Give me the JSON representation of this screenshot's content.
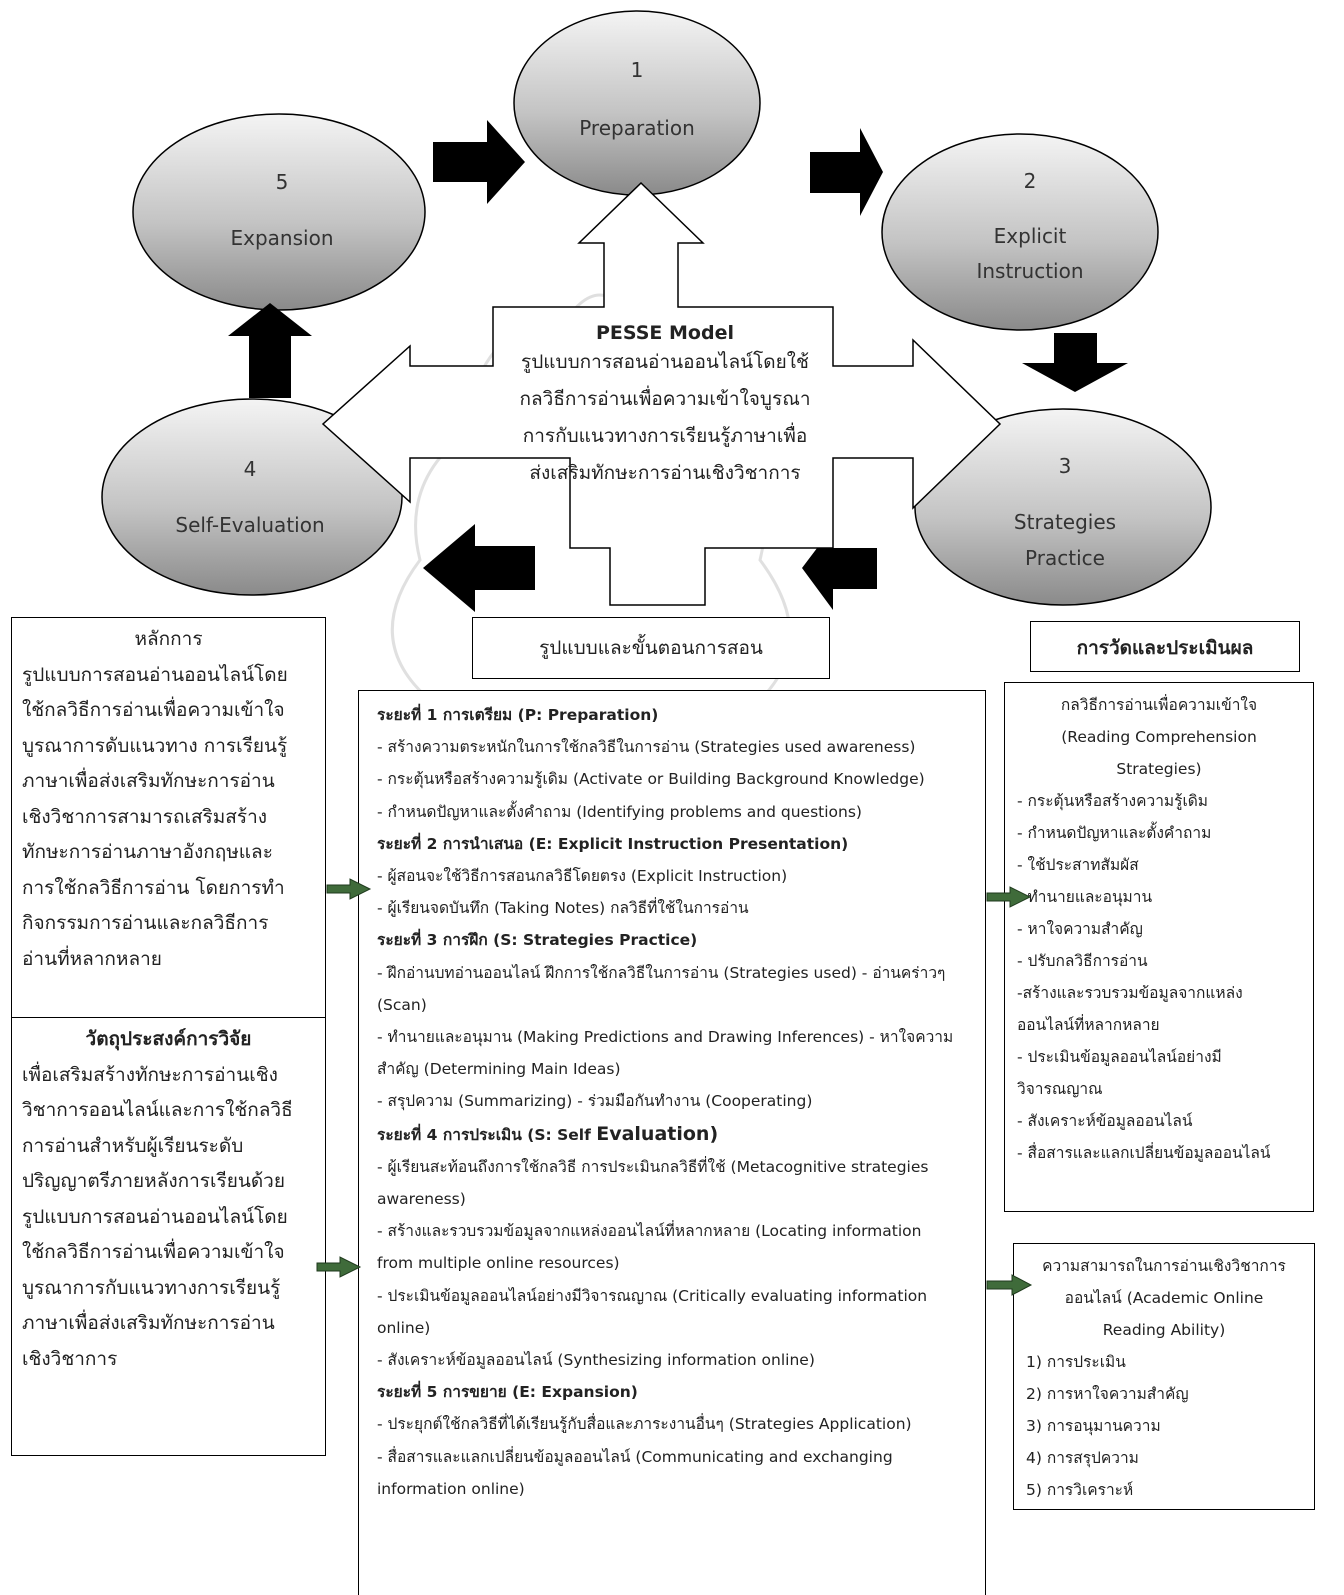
{
  "steps": [
    {
      "number": "1",
      "name": "Preparation"
    },
    {
      "number": "2",
      "name": "Explicit Instruction"
    },
    {
      "number": "3",
      "name": "Strategies Practice"
    },
    {
      "number": "4",
      "name": "Self-Evaluation"
    },
    {
      "number": "5",
      "name": "Expansion"
    }
  ],
  "center": {
    "title": "PESSE Model",
    "lines": [
      "รูปแบบการสอนอ่านออนไลน์โดยใช้",
      "กลวิธีการอ่านเพื่อความเข้าใจบูรณา",
      "การกับแนวทางการเรียนรู้ภาษาเพื่อ",
      "ส่งเสริมทักษะการอ่านเชิงวิชาการ"
    ]
  },
  "principles": {
    "title": "หลักการ",
    "lines": [
      "รูปแบบการสอนอ่านออนไลน์โดย",
      "ใช้กลวิธีการอ่านเพื่อความเข้าใจ",
      "บูรณาการดับแนวทาง การเรียนรู้",
      "ภาษาเพื่อส่งเสริมทักษะการอ่าน",
      "เชิงวิชาการสามารถเสริมสร้าง",
      "ทักษะการอ่านภาษาอังกฤษและ",
      "การใช้กลวิธีการอ่าน โดยการทำ",
      "กิจกรรมการอ่านและกลวิธีการ",
      "อ่านที่หลากหลาย"
    ]
  },
  "objectives": {
    "title": "วัตถุประสงค์การวิจัย",
    "lines": [
      "เพื่อเสริมสร้างทักษะการอ่านเชิง",
      "วิชาการออนไลน์และการใช้กลวิธี",
      "การอ่านสำหรับผู้เรียนระดับ",
      "ปริญญาตรีภายหลังการเรียนด้วย",
      "รูปแบบการสอนอ่านออนไลน์โดย",
      "ใช้กลวิธีการอ่านเพื่อความเข้าใจ",
      "บูรณาการกับแนวทางการเรียนรู้",
      "ภาษาเพื่อส่งเสริมทักษะการอ่าน",
      "เชิงวิชาการ"
    ]
  },
  "procedure": {
    "header": "รูปแบบและขั้นตอนการสอน",
    "phases": [
      {
        "title": "ระยะที่ 1 การเตรียม (P: Preparation)",
        "items": [
          "- สร้างความตระหนักในการใช้กลวิธีในการอ่าน (Strategies used awareness)",
          "- กระตุ้นหรือสร้างความรู้เดิม (Activate or Building Background Knowledge)",
          "- กำหนดปัญหาและตั้งคำถาม (Identifying problems and questions)"
        ]
      },
      {
        "title": "ระยะที่ 2 การนำเสนอ (E: Explicit Instruction Presentation)",
        "items": [
          "- ผู้สอนจะใช้วิธีการสอนกลวิธีโดยตรง (Explicit Instruction)",
          "- ผู้เรียนจดบันทึก (Taking Notes) กลวิธีที่ใช้ในการอ่าน"
        ]
      },
      {
        "title": "ระยะที่ 3 การฝึก (S: Strategies Practice)",
        "items": [
          "- ฝึกอ่านบทอ่านออนไลน์ ฝึกการใช้กลวิธีในการอ่าน (Strategies used) - อ่านคร่าวๆ",
          "(Scan)",
          "- ทำนายและอนุมาน (Making Predictions and Drawing Inferences)  - หาใจความ",
          "สำคัญ (Determining Main Ideas)",
          "- สรุปความ (Summarizing) - ร่วมมือกันทำงาน (Cooperating)"
        ]
      },
      {
        "title": "ระยะที่ 4 การประเมิน (S: Self ",
        "title_tail": "Evaluation)",
        "items": [
          "- ผู้เรียนสะท้อนถึงการใช้กลวิธี การประเมินกลวิธีที่ใช้ (Metacognitive strategies",
          "awareness)",
          "- สร้างและรวบรวมข้อมูลจากแหล่งออนไลน์ที่หลากหลาย (Locating information",
          "from multiple online resources)",
          "- ประเมินข้อมูลออนไลน์อย่างมีวิจารณญาณ (Critically evaluating information",
          "online)",
          "- สังเคราะห์ข้อมูลออนไลน์ (Synthesizing information online)"
        ]
      },
      {
        "title": "ระยะที่ 5 การขยาย (E: Expansion)",
        "items": [
          "- ประยุกต์ใช้กลวิธีที่ได้เรียนรู้กับสื่อและภาระงานอื่นๆ (Strategies Application)",
          "- สื่อสารและแลกเปลี่ยนข้อมูลออนไลน์ (Communicating and exchanging",
          "information online)"
        ]
      }
    ]
  },
  "evaluation": {
    "header": "การวัดและประเมินผล",
    "strategies_title": [
      "กลวิธีการอ่านเพื่อความเข้าใจ",
      "(Reading Comprehension",
      "Strategies)"
    ],
    "strategies": [
      "- กระตุ้นหรือสร้างความรู้เดิม",
      "- กำหนดปัญหาและตั้งคำถาม",
      "- ใช้ประสาทสัมผัส",
      "- ทำนายและอนุมาน",
      "- หาใจความสำคัญ",
      "- ปรับกลวิธีการอ่าน",
      "-สร้างและรวบรวมข้อมูลจากแหล่ง",
      "ออนไลน์ที่หลากหลาย",
      "- ประเมินข้อมูลออนไลน์อย่างมี",
      "วิจารณญาณ",
      "- สังเคราะห์ข้อมูลออนไลน์",
      "- สื่อสารและแลกเปลี่ยนข้อมูลออนไลน์"
    ],
    "ability_title": [
      "ความสามารถในการอ่านเชิงวิชาการ",
      "ออนไลน์ (Academic Online",
      "Reading Ability)"
    ],
    "abilities": [
      "1) การประเมิน",
      "2) การหาใจความสำคัญ",
      "3) การอนุมานความ",
      "4) การสรุปความ",
      "5) การวิเคราะห์"
    ]
  },
  "colors": {
    "arrow": "#000000",
    "green_arrow": "#2e5a2e",
    "ellipse_light": "#f2f2f2",
    "ellipse_dark": "#8c8c8c"
  }
}
